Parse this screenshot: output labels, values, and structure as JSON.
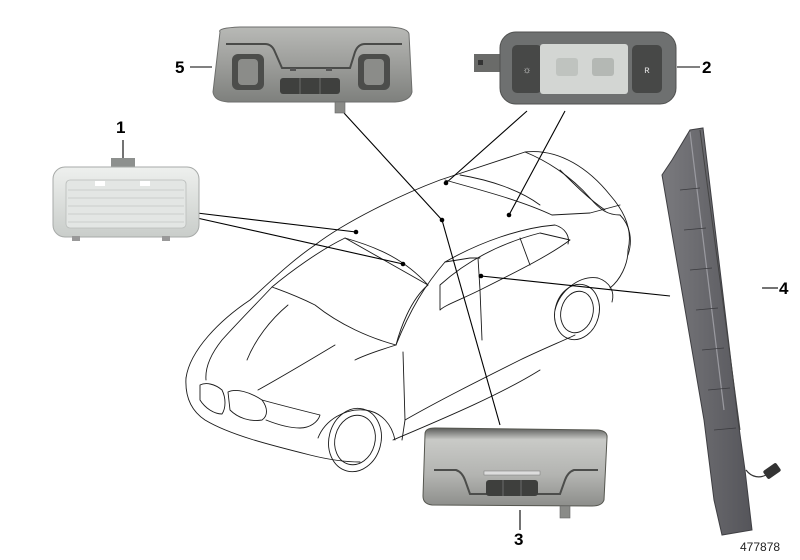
{
  "diagram": {
    "type": "exploded-parts-illustration",
    "subject": "vehicle interior lights",
    "reference_number": "477878",
    "parts": [
      {
        "callout": "1",
        "name": "interior-light-rectangular-clear",
        "color": "#d9dcda"
      },
      {
        "callout": "2",
        "name": "reading-light-with-two-buttons",
        "color": "#6e7070"
      },
      {
        "callout": "3",
        "name": "front-interior-light-control-panel",
        "color": "#a9a9a6"
      },
      {
        "callout": "4",
        "name": "b-pillar-ambient-light-strip",
        "color": "#6b6b6e"
      },
      {
        "callout": "5",
        "name": "front-interior-light-dual-reading-lamps",
        "color": "#9a9b99"
      }
    ],
    "colors": {
      "background": "#ffffff",
      "outline": "#1a1a1a",
      "leader": "#000000"
    }
  }
}
